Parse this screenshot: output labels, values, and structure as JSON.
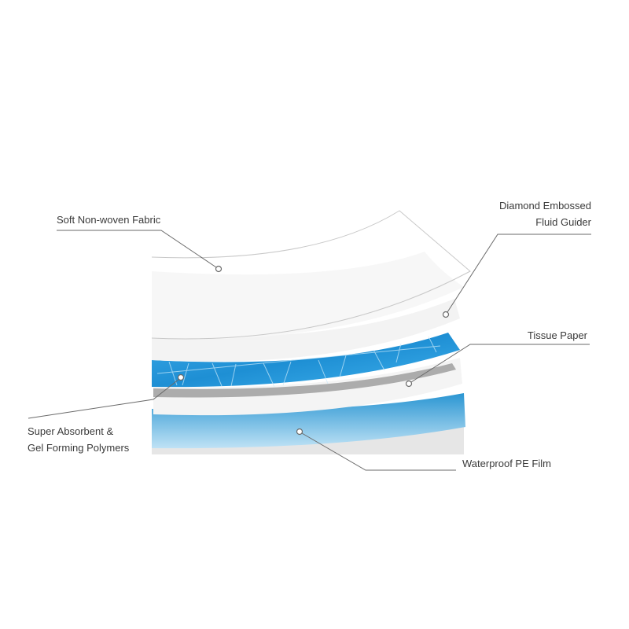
{
  "labels": {
    "soft_fabric": "Soft Non-woven Fabric",
    "diamond_line1": "Diamond Embossed",
    "diamond_line2": "Fluid Guider",
    "tissue": "Tissue Paper",
    "sap_line1": "Super Absorbent &",
    "sap_line2": "Gel Forming Polymers",
    "pe_film": "Waterproof PE Film"
  },
  "colors": {
    "sap_blue": "#2a9ad8",
    "pe_blue": "#8cc9ea",
    "leader": "#6a6a6a"
  }
}
